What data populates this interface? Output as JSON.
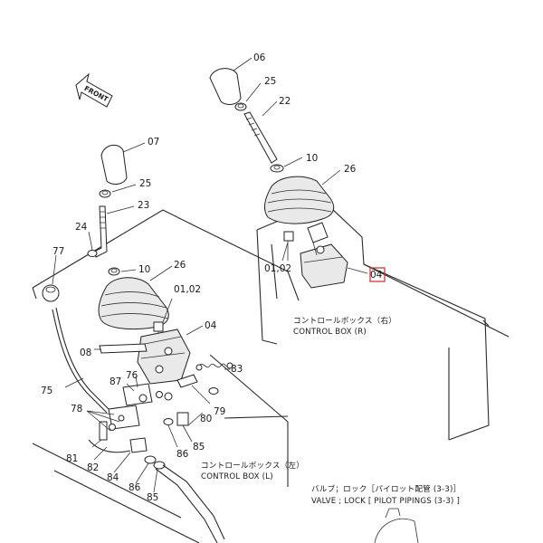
{
  "front_arrow": {
    "label": "FRONT"
  },
  "parts": {
    "p06": "06",
    "p25_top": "25",
    "p22": "22",
    "p10_right": "10",
    "p26_right": "26",
    "p0102_right": "01,02",
    "p04_right": "04",
    "p07": "07",
    "p25_left": "25",
    "p23": "23",
    "p24": "24",
    "p77": "77",
    "p10_left": "10",
    "p26_left": "26",
    "p0102_left": "01,02",
    "p04_left": "04",
    "p08": "08",
    "p76": "76",
    "p87": "87",
    "p83": "83",
    "p75": "75",
    "p79": "79",
    "p80": "80",
    "p78": "78",
    "p85_a": "85",
    "p86_a": "86",
    "p81": "81",
    "p82": "82",
    "p84": "84",
    "p86_b": "86",
    "p85_b": "85"
  },
  "captions": {
    "control_box_r_jp": "コントロールボックス（右）",
    "control_box_r_en": "CONTROL BOX (R)",
    "control_box_l_jp": "コントロールボックス（左）",
    "control_box_l_en": "CONTROL BOX (L)",
    "valve_jp": "バルブ；ロック［パイロット配管 (3-3)］",
    "valve_en": "VALVE ; LOCK [ PILOT PIPINGS (3-3) ]"
  },
  "colors": {
    "highlight_box": "#cc2a2a",
    "ink": "#1a1a1a"
  }
}
